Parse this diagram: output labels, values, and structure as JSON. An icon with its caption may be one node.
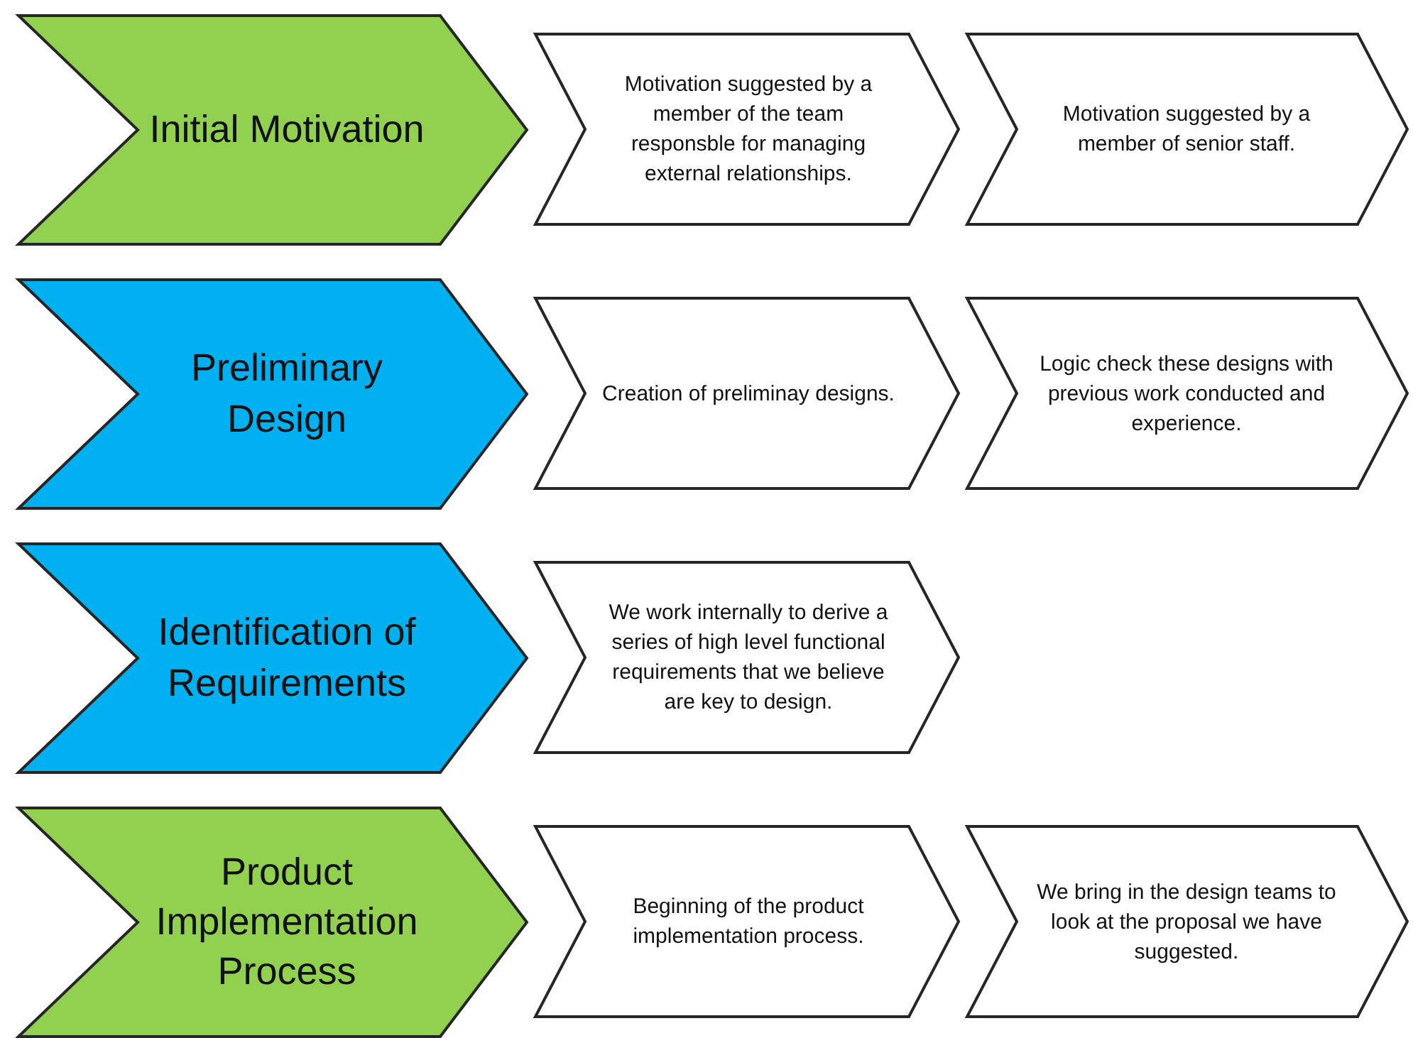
{
  "diagram": {
    "nodes": [
      {
        "text": [
          "Initial Motivation"
        ]
      },
      {
        "text": [
          "Motivation suggested by a member of the team responsble for managing external relationships."
        ]
      },
      {
        "text": [
          "Motivation suggested by a member of senior staff."
        ]
      },
      {
        "text": [
          "Preliminary Design"
        ]
      },
      {
        "text": [
          "Creation of preliminay designs."
        ]
      },
      {
        "text": [
          "Logic check these designs with previous work conducted and experience."
        ]
      },
      {
        "text": [
          "Identification of Requirements"
        ]
      },
      {
        "text": [
          "We work internally to derive a series of high level functional requirements that we believe are key to design."
        ]
      },
      {
        "text": [
          "Product Implementation Process"
        ]
      },
      {
        "text": [
          "Beginning of the product implementation process."
        ]
      },
      {
        "text": [
          "We bring in the design teams to look at the proposal we have suggested."
        ]
      }
    ]
  }
}
